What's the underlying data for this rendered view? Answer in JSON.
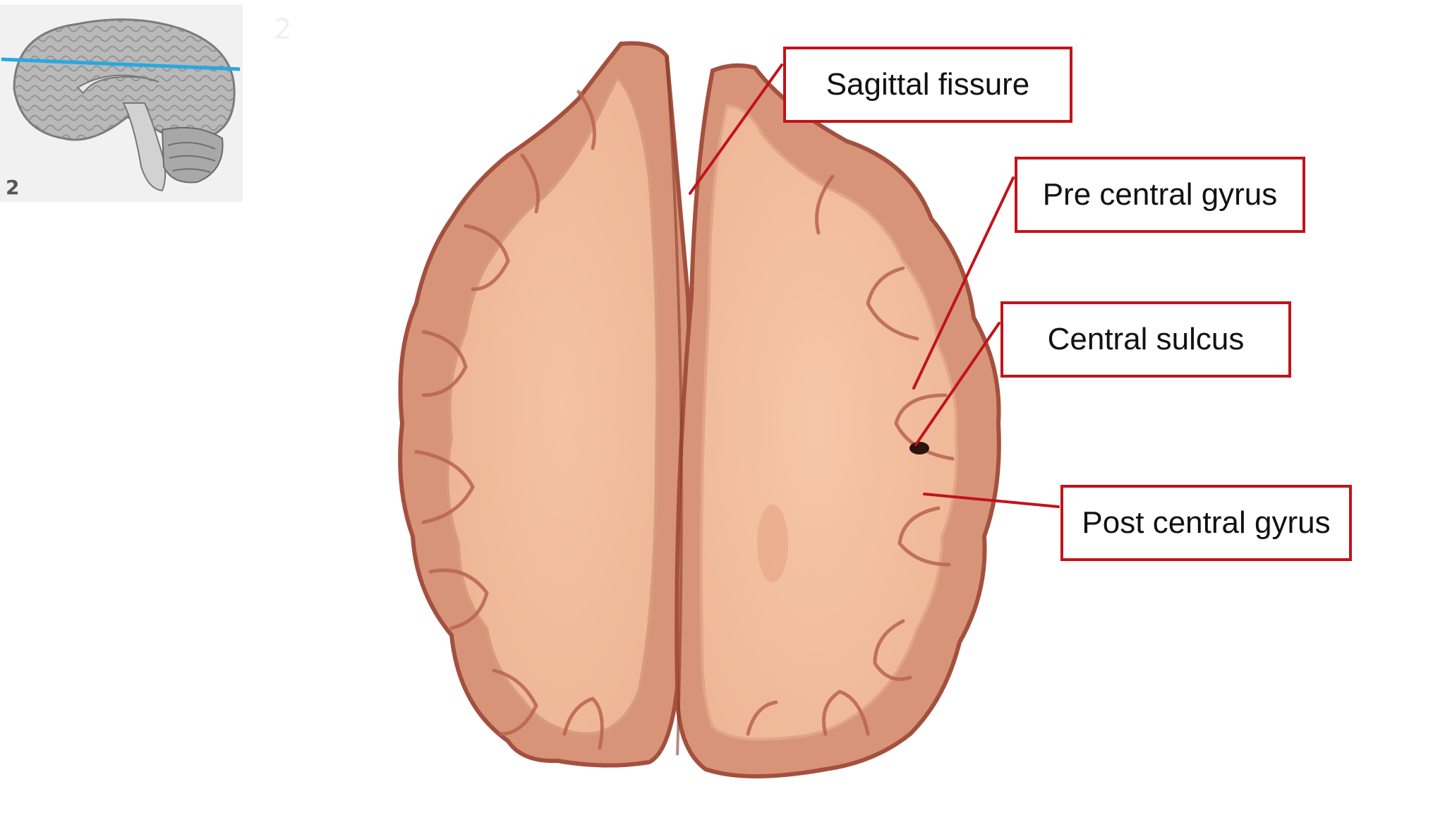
{
  "thumbnail": {
    "number": "2",
    "plane_line_color": "#29a8e0"
  },
  "watermark_number": "2",
  "colors": {
    "label_border": "#c0141a",
    "leader_line": "#c0141a",
    "tissue_gray_matter": "#dc9a7a",
    "tissue_white_matter": "#f0b898",
    "tissue_edge": "#b05a48"
  },
  "labels": {
    "sagittal_fissure": "Sagittal fissure",
    "pre_central_gyrus": "Pre central gyrus",
    "central_sulcus": "Central sulcus",
    "post_central_gyrus": "Post central gyrus"
  }
}
